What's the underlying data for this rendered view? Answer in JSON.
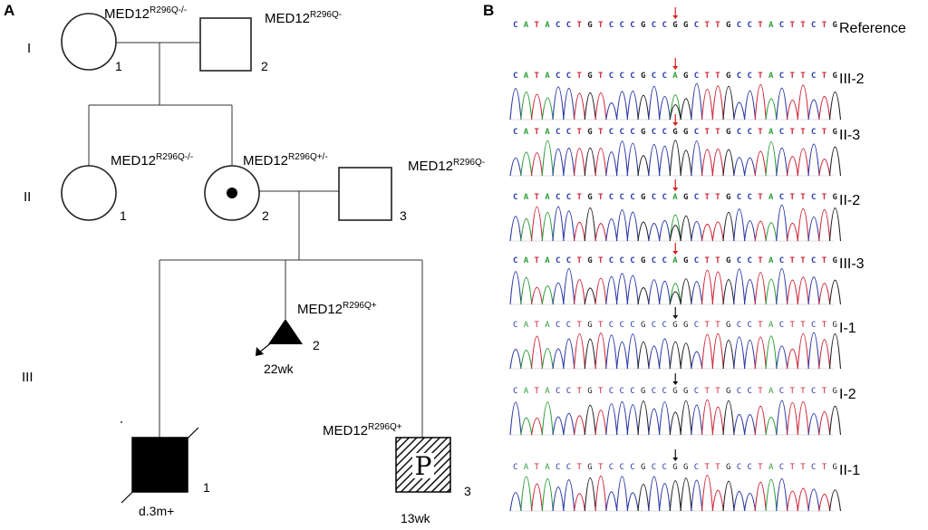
{
  "panels": {
    "a": "A",
    "b": "B"
  },
  "generations": [
    "I",
    "II",
    "III"
  ],
  "pedigree": {
    "individuals": [
      {
        "id": "I-1",
        "gen": 0,
        "sex": "female",
        "status": "unaffected",
        "number": "1",
        "genotype_base": "MED12",
        "genotype_sup": "R296Q-/-"
      },
      {
        "id": "I-2",
        "gen": 0,
        "sex": "male",
        "status": "unaffected",
        "number": "2",
        "genotype_base": "MED12",
        "genotype_sup": "R296Q-"
      },
      {
        "id": "II-1",
        "gen": 1,
        "sex": "female",
        "status": "unaffected",
        "number": "1",
        "genotype_base": "MED12",
        "genotype_sup": "R296Q-/-"
      },
      {
        "id": "II-2",
        "gen": 1,
        "sex": "female",
        "status": "carrier",
        "number": "2",
        "genotype_base": "MED12",
        "genotype_sup": "R296Q+/-"
      },
      {
        "id": "II-3",
        "gen": 1,
        "sex": "male",
        "status": "unaffected",
        "number": "3",
        "genotype_base": "MED12",
        "genotype_sup": "R296Q-"
      },
      {
        "id": "III-1",
        "gen": 2,
        "sex": "male",
        "status": "affected-deceased",
        "number": "1",
        "note": "d.3m+"
      },
      {
        "id": "III-2",
        "gen": 2,
        "sex": "unknown",
        "status": "affected-terminated",
        "number": "2",
        "genotype_base": "MED12",
        "genotype_sup": "R296Q+",
        "note": "22wk"
      },
      {
        "id": "III-3",
        "gen": 2,
        "sex": "male",
        "status": "pregnancy-hatched",
        "number": "3",
        "genotype_base": "MED12",
        "genotype_sup": "R296Q+",
        "inner_letter": "P",
        "note": "13wk"
      }
    ]
  },
  "sequencing": {
    "bases_top": [
      "C",
      "A",
      "T",
      "A",
      "C",
      "C",
      "T",
      "G",
      "T",
      "C",
      "C",
      "C",
      "G",
      "C",
      "C",
      "G",
      "G",
      "C",
      "T",
      "T",
      "G",
      "C",
      "C",
      "T",
      "A",
      "C",
      "T",
      "T",
      "C",
      "T",
      "G"
    ],
    "bases_mut": [
      "C",
      "A",
      "T",
      "A",
      "C",
      "C",
      "T",
      "G",
      "T",
      "C",
      "C",
      "C",
      "G",
      "C",
      "C",
      "A",
      "G",
      "C",
      "T",
      "T",
      "G",
      "C",
      "C",
      "T",
      "A",
      "C",
      "T",
      "T",
      "C",
      "T",
      "G"
    ],
    "mutation_index": 15,
    "colors": {
      "A": "#2e9e3a",
      "C": "#2b3aa8",
      "G": "#222222",
      "T": "#d0283a",
      "marker_red": "#d91e1e",
      "marker_black": "#111111"
    },
    "tracks": [
      {
        "label": "Reference",
        "variant": "ref",
        "arrow": "red"
      },
      {
        "label": "III-2",
        "variant": "het",
        "arrow": "red"
      },
      {
        "label": "II-3",
        "variant": "ref",
        "arrow": "red"
      },
      {
        "label": "II-2",
        "variant": "het",
        "arrow": "red"
      },
      {
        "label": "III-3",
        "variant": "het",
        "arrow": "red"
      },
      {
        "label": "I-1",
        "variant": "ref",
        "arrow": "black"
      },
      {
        "label": "I-2",
        "variant": "ref",
        "arrow": "black"
      },
      {
        "label": "II-1",
        "variant": "ref",
        "arrow": "black"
      }
    ]
  }
}
